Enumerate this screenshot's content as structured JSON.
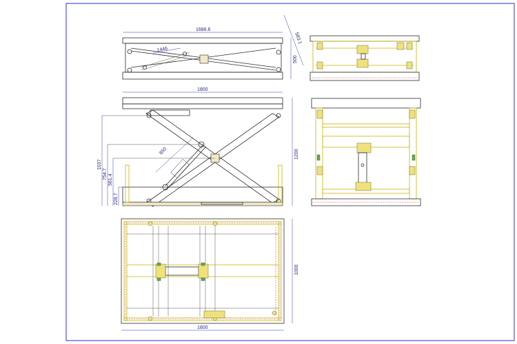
{
  "dimensions": {
    "top_width": "1686.6",
    "top_diag": "583.1",
    "top_height": "500",
    "top_inner": "1446",
    "front_width": "1800",
    "front_height": "1200",
    "front_v1": "1037",
    "front_v2": "754.7",
    "front_v3": "561.4",
    "front_v4": "228.7",
    "front_arm": "850",
    "plan_height": "1000",
    "plan_width": "1800"
  }
}
